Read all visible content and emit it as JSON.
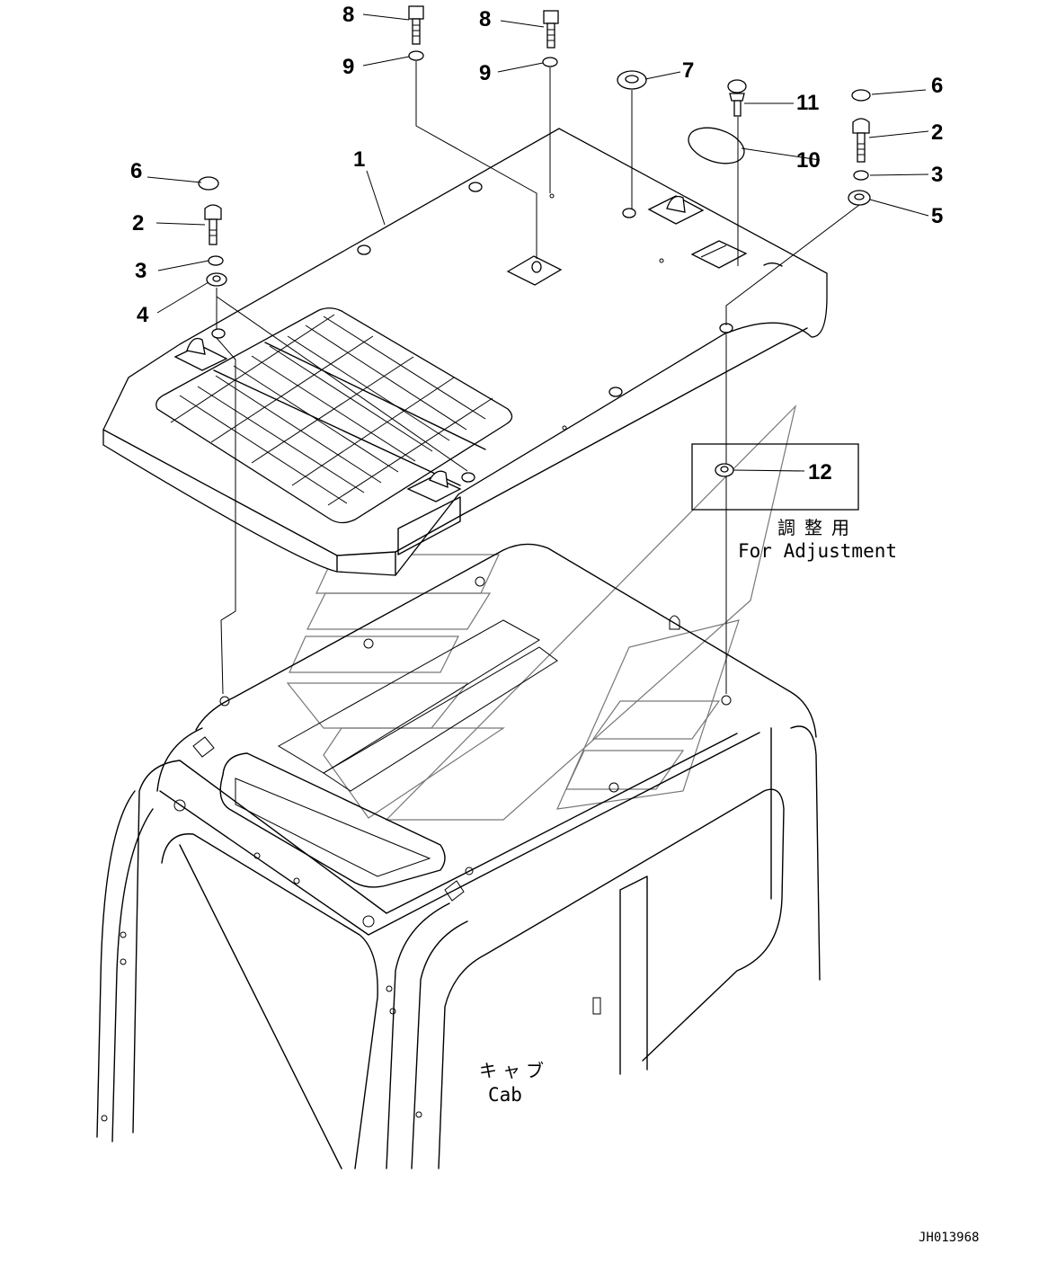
{
  "callouts": [
    {
      "id": "c1",
      "label": "1"
    },
    {
      "id": "c2L",
      "label": "2"
    },
    {
      "id": "c2R",
      "label": "2"
    },
    {
      "id": "c3L",
      "label": "3"
    },
    {
      "id": "c3R",
      "label": "3"
    },
    {
      "id": "c4",
      "label": "4"
    },
    {
      "id": "c5",
      "label": "5"
    },
    {
      "id": "c6L",
      "label": "6"
    },
    {
      "id": "c6R",
      "label": "6"
    },
    {
      "id": "c7",
      "label": "7"
    },
    {
      "id": "c8a",
      "label": "8"
    },
    {
      "id": "c8b",
      "label": "8"
    },
    {
      "id": "c9a",
      "label": "9"
    },
    {
      "id": "c9b",
      "label": "9"
    },
    {
      "id": "c10",
      "label": "10"
    },
    {
      "id": "c11",
      "label": "11"
    },
    {
      "id": "c12",
      "label": "12"
    }
  ],
  "adjustment_note": {
    "jp": "調整用",
    "en": "For Adjustment"
  },
  "cab_label": {
    "jp": "キャブ",
    "en": "Cab"
  },
  "drawing_ref": "JH013968"
}
